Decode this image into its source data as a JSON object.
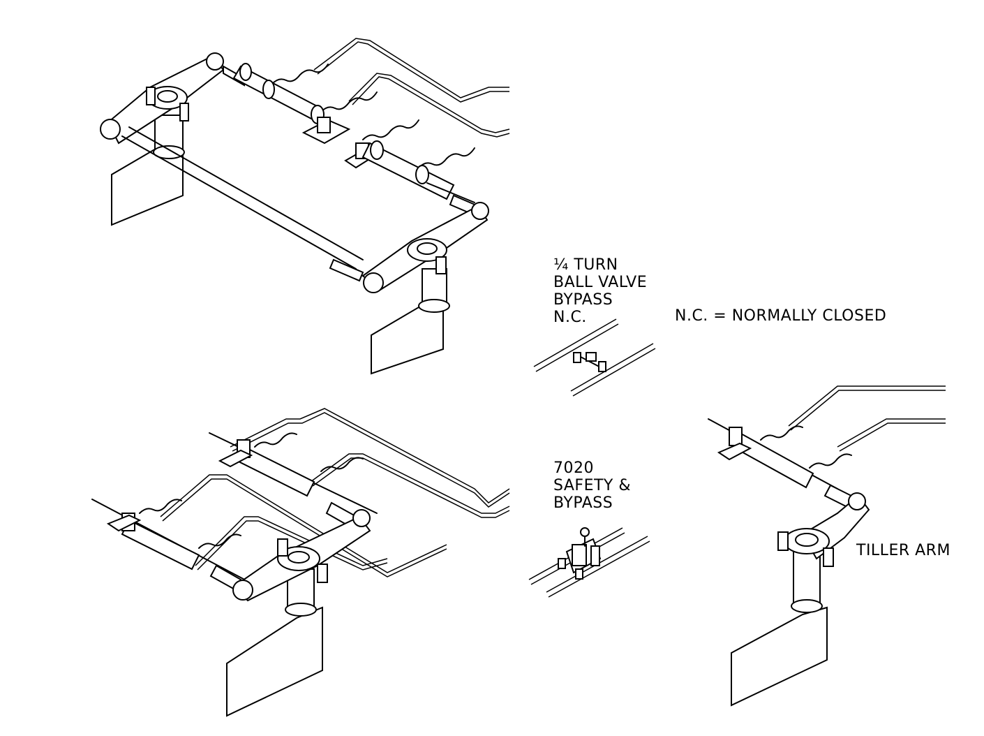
{
  "labels": {
    "ball_valve": [
      "¼ TURN",
      "BALL VALVE",
      "BYPASS",
      "N.C."
    ],
    "legend": "N.C. = NORMALLY CLOSED",
    "safety_valve": [
      "7020",
      "SAFETY &",
      "BYPASS"
    ],
    "tiller_arm": "TILLER ARM"
  }
}
